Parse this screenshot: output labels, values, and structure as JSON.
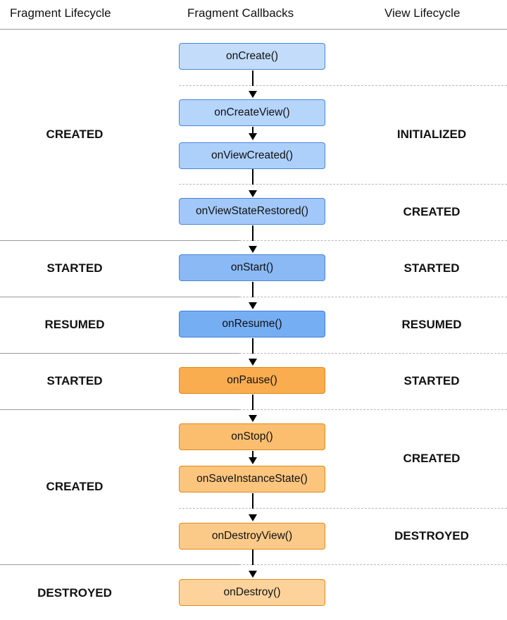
{
  "headers": {
    "fragment_lifecycle": "Fragment Lifecycle",
    "fragment_callbacks": "Fragment Callbacks",
    "view_lifecycle": "View Lifecycle"
  },
  "fragment_states": [
    "CREATED",
    "STARTED",
    "RESUMED",
    "STARTED",
    "CREATED",
    "DESTROYED"
  ],
  "view_states": [
    "INITIALIZED",
    "CREATED",
    "STARTED",
    "RESUMED",
    "STARTED",
    "CREATED",
    "DESTROYED"
  ],
  "callbacks": [
    {
      "label": "onCreate()",
      "fill": "#c2dcfa",
      "border": "#4a86d8"
    },
    {
      "label": "onCreateView()",
      "fill": "#b6d5fb",
      "border": "#4a86d8"
    },
    {
      "label": "onViewCreated()",
      "fill": "#add0fb",
      "border": "#4a86d8"
    },
    {
      "label": "onViewStateRestored()",
      "fill": "#a2c8f9",
      "border": "#4a86d8"
    },
    {
      "label": "onStart()",
      "fill": "#8ab9f5",
      "border": "#4a86d8"
    },
    {
      "label": "onResume()",
      "fill": "#76aef4",
      "border": "#3f7ed4"
    },
    {
      "label": "onPause()",
      "fill": "#f9ad4f",
      "border": "#e08a18"
    },
    {
      "label": "onStop()",
      "fill": "#fbbe6f",
      "border": "#e08a18"
    },
    {
      "label": "onSaveInstanceState()",
      "fill": "#fbc57e",
      "border": "#e08a18"
    },
    {
      "label": "onDestroyView()",
      "fill": "#fcca88",
      "border": "#e08a18"
    },
    {
      "label": "onDestroy()",
      "fill": "#fdd39b",
      "border": "#e08a18"
    }
  ]
}
